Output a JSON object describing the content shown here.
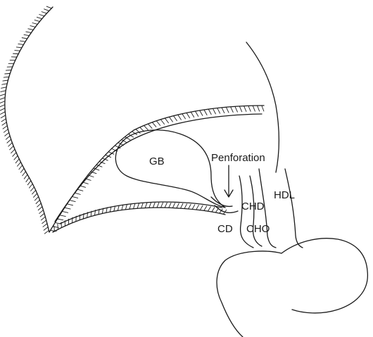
{
  "labels": {
    "gb": "GB",
    "perforation": "Penforation",
    "chd": "CHD",
    "hdl": "HDL",
    "cd": "CD",
    "cho": "CHO"
  },
  "colors": {
    "ink": "#1a1a1a",
    "background": "#ffffff"
  }
}
